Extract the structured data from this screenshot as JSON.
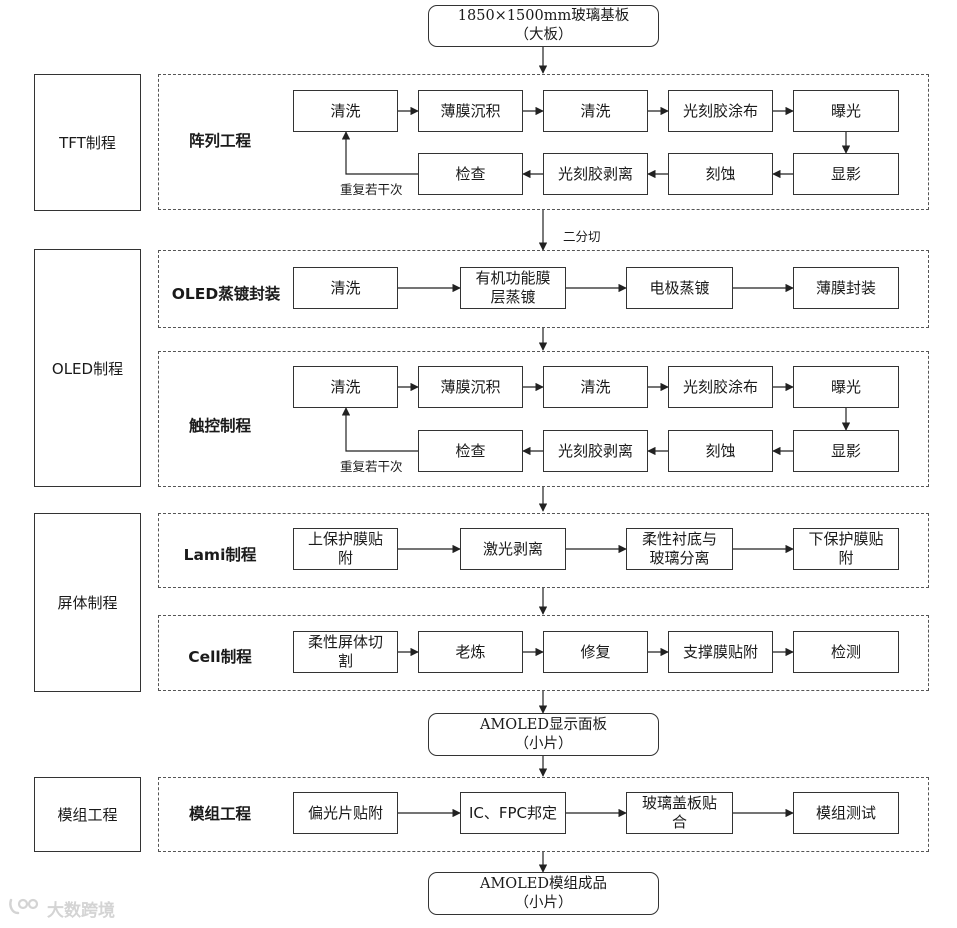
{
  "start": "1850×1500mm玻璃基板\n（大板）",
  "stages": [
    "TFT制程",
    "OLED制程",
    "屏体制程",
    "模组工程"
  ],
  "panels": [
    {
      "label": "阵列工程",
      "top": [
        "清洗",
        "薄膜沉积",
        "清洗",
        "光刻胶涂布",
        "曝光"
      ],
      "bottom": [
        "检查",
        "光刻胶剥离",
        "刻蚀",
        "显影"
      ],
      "loop": "重复若干次"
    },
    {
      "label": "OLED蒸镀封装",
      "row": [
        "清洗",
        "有机功能膜\n层蒸镀",
        "电极蒸镀",
        "薄膜封装"
      ]
    },
    {
      "label": "触控制程",
      "top": [
        "清洗",
        "薄膜沉积",
        "清洗",
        "光刻胶涂布",
        "曝光"
      ],
      "bottom": [
        "检查",
        "光刻胶剥离",
        "刻蚀",
        "显影"
      ],
      "loop": "重复若干次"
    },
    {
      "label": "Lami制程",
      "row": [
        "上保护膜贴\n附",
        "激光剥离",
        "柔性衬底与\n玻璃分离",
        "下保护膜贴\n附"
      ]
    },
    {
      "label": "Cell制程",
      "row": [
        "柔性屏体切\n割",
        "老炼",
        "修复",
        "支撑膜贴附",
        "检测"
      ]
    },
    {
      "label": "模组工程",
      "row": [
        "偏光片贴附",
        "IC、FPC邦定",
        "玻璃盖板贴\n合",
        "模组测试"
      ]
    }
  ],
  "cut_label": "二分切",
  "mid": "AMOLED显示面板\n（小片）",
  "end": "AMOLED模组成品\n（小片）",
  "watermark": {
    "icon": "logo-icon",
    "text": "大数跨境"
  }
}
